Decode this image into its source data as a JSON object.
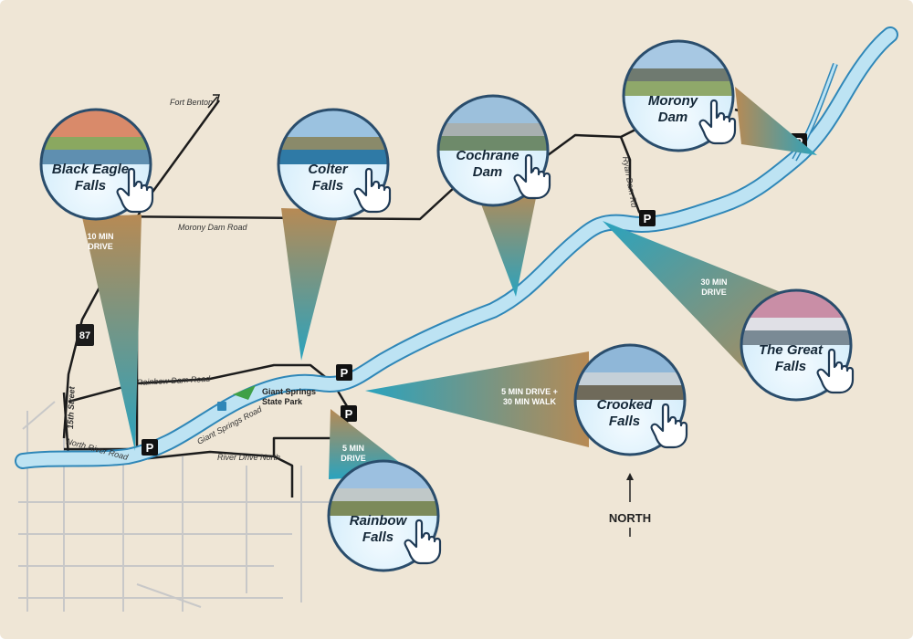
{
  "map": {
    "colors": {
      "background": "#efe6d6",
      "river": "#bde3f3",
      "river_edge": "#2f87b8",
      "road_major": "#1c1c1c",
      "road_minor": "#c8c8c8",
      "park": "#3fa046",
      "cone_top": "#b78a54",
      "cone_bottom": "#2aa3be"
    },
    "road_labels": {
      "fort_benton": "Fort Benton",
      "morony_dam_road": "Morony Dam Road",
      "ryan_dam_rd": "Ryan Dam Rd",
      "rainbow_dam_road": "Rainbow Dam Road",
      "giant_springs_road": "Giant Springs Road",
      "river_drive_north": "River Drive North",
      "north_river_road": "North River Road",
      "fifteenth_street": "15th Street"
    },
    "highway_shield": "87",
    "park_label_line1": "Giant Springs",
    "park_label_line2": "State Park",
    "parking_symbol": "P",
    "north_label": "NORTH",
    "drive_times": {
      "black_eagle": [
        "10 MIN",
        "DRIVE"
      ],
      "great_falls": [
        "30 MIN",
        "DRIVE"
      ],
      "crooked": [
        "5 MIN DRIVE +",
        "30 MIN WALK"
      ],
      "rainbow": [
        "5 MIN",
        "DRIVE"
      ]
    },
    "falls": [
      {
        "id": "black-eagle",
        "title_lines": [
          "Black Eagle",
          "Falls"
        ],
        "icon": "pointer-hand-icon"
      },
      {
        "id": "colter",
        "title_lines": [
          "Colter",
          "Falls"
        ],
        "icon": "pointer-hand-icon"
      },
      {
        "id": "cochrane",
        "title_lines": [
          "Cochrane",
          "Dam"
        ],
        "icon": "pointer-hand-icon"
      },
      {
        "id": "morony",
        "title_lines": [
          "Morony",
          "Dam"
        ],
        "icon": "pointer-hand-icon"
      },
      {
        "id": "great-falls",
        "title_lines": [
          "The Great",
          "Falls"
        ],
        "icon": "pointer-hand-icon"
      },
      {
        "id": "crooked",
        "title_lines": [
          "Crooked",
          "Falls"
        ],
        "icon": "pointer-hand-icon"
      },
      {
        "id": "rainbow",
        "title_lines": [
          "Rainbow",
          "Falls"
        ],
        "icon": "pointer-hand-icon"
      }
    ]
  }
}
